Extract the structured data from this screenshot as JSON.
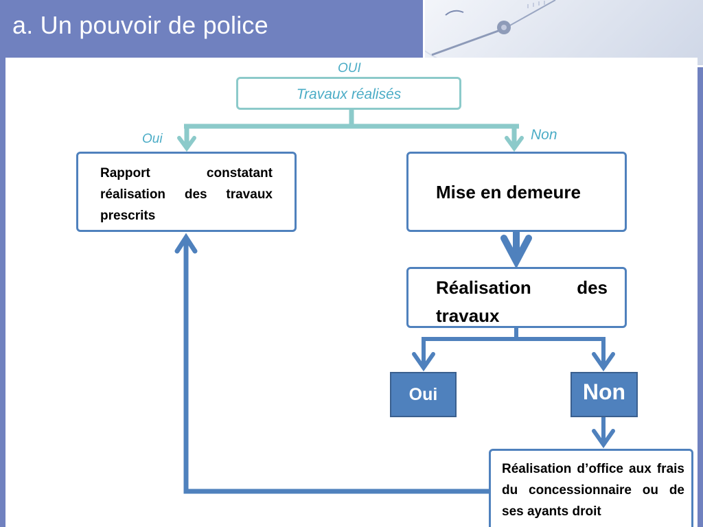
{
  "slide": {
    "title": "a. Un pouvoir de police"
  },
  "diagram": {
    "top_label": "OUI",
    "top_box": "Travaux réalisés",
    "branch_yes_label": "Oui",
    "branch_no_label": "Non",
    "report_box": "Rapport constatant réalisation des travaux prescrits",
    "notice_box": "Mise en demeure",
    "works_box": "Réalisation des travaux",
    "result_yes": "Oui",
    "result_no": "Non",
    "office_box": "Réalisation d’office aux frais du concessionnaire ou de ses ayants droit"
  },
  "colors": {
    "title_bar": "#7081bf",
    "teal": "#8ccaca",
    "teal_text": "#4bacc6",
    "blue": "#4f81bd"
  }
}
